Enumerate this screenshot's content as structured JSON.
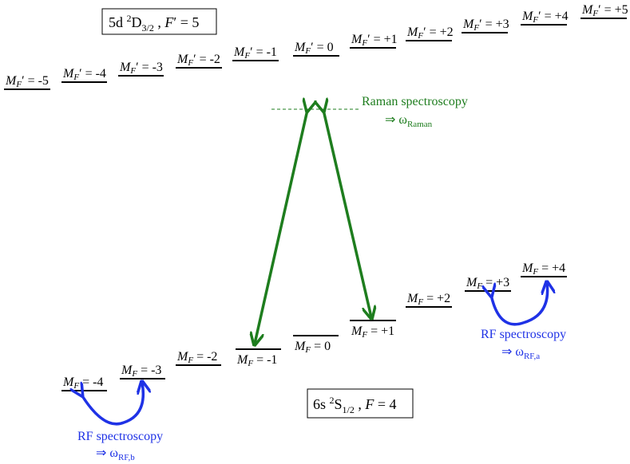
{
  "upper_state": {
    "term_core": "5d ",
    "term_sup": "2",
    "term_letter": "D",
    "term_sub": "3/2",
    "sep": " , ",
    "qnum_sym": "F",
    "qnum_prime": "′",
    "qnum_eq": " = 5",
    "levels": [
      "-5",
      "-4",
      "-3",
      "-2",
      "-1",
      "0",
      "+1",
      "+2",
      "+3",
      "+4",
      "+5"
    ]
  },
  "lower_state": {
    "term_core": "6s ",
    "term_sup": "2",
    "term_letter": "S",
    "term_sub": "1/2",
    "sep": " , ",
    "qnum_sym": "F",
    "qnum_eq": " = 4",
    "levels": [
      "-4",
      "-3",
      "-2",
      "-1",
      "0",
      "+1",
      "+2",
      "+3",
      "+4"
    ]
  },
  "raman": {
    "label": "Raman spectroscopy",
    "arrow_glyph": "⇒ ω",
    "subscript": "Raman",
    "color": "#1e7d1e"
  },
  "rf_a": {
    "label": "RF spectroscopy",
    "arrow_glyph": "⇒ ω",
    "subscript": "RF,a",
    "color": "#1f32e6"
  },
  "rf_b": {
    "label": "RF spectroscopy",
    "arrow_glyph": "⇒ ω",
    "subscript": "RF,b",
    "color": "#1f32e6"
  }
}
